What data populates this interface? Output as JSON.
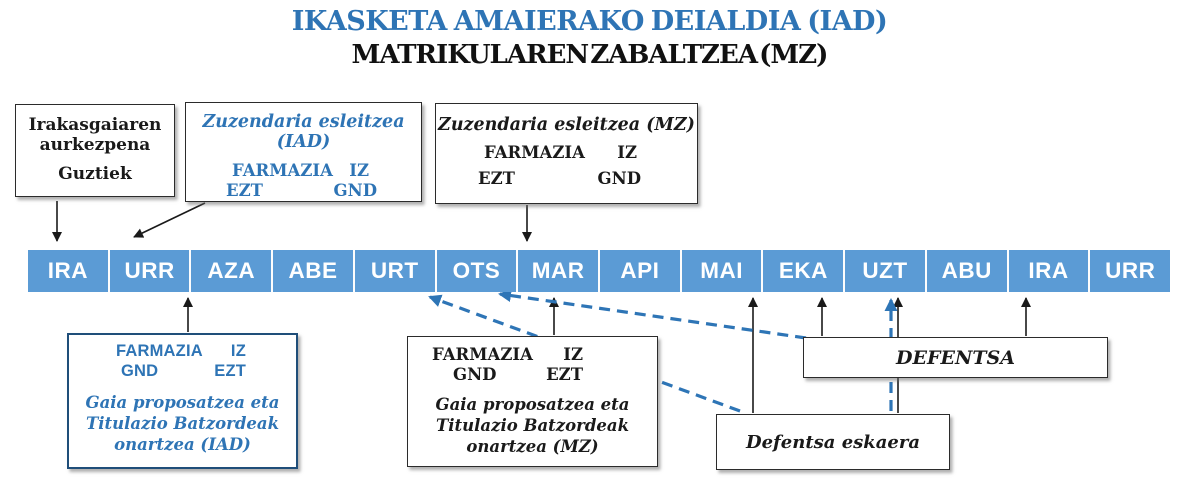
{
  "title": {
    "line1": "IKASKETA AMAIERAKO DEIALDIA (IAD)",
    "line2": "MATRIKULAREN ZABALTZEA (MZ)"
  },
  "timeline": {
    "months": [
      "IRA",
      "URR",
      "AZA",
      "ABE",
      "URT",
      "OTS",
      "MAR",
      "API",
      "MAI",
      "EKA",
      "UZT",
      "ABU",
      "IRA",
      "URR"
    ]
  },
  "boxes": {
    "aurkezpena": {
      "line1": "Irakasgaiaren",
      "line2": "aurkezpena",
      "line3": "Guztiek"
    },
    "zuzendaria_iad": {
      "title": "Zuzendaria esleitzea (IAD)",
      "r1c1": "FARMAZIA",
      "r1c2": "IZ",
      "r2c1": "EZT",
      "r2c2": "GND"
    },
    "zuzendaria_mz": {
      "title": "Zuzendaria esleitzea (MZ)",
      "r1c1": "FARMAZIA",
      "r1c2": "IZ",
      "r2c1": "EZT",
      "r2c2": "GND"
    },
    "gaia_iad": {
      "r1c1": "FARMAZIA",
      "r1c2": "IZ",
      "r2c1": "GND",
      "r2c2": "EZT",
      "caption1": "Gaia proposatzea eta",
      "caption2": "Titulazio Batzordeak",
      "caption3": "onartzea (IAD)"
    },
    "gaia_mz": {
      "r1c1": "FARMAZIA",
      "r1c2": "IZ",
      "r2c1": "GND",
      "r2c2": "EZT",
      "caption1": "Gaia proposatzea eta",
      "caption2": "Titulazio Batzordeak",
      "caption3": "onartzea (MZ)"
    },
    "defentsa": {
      "label": "DEFENTSA"
    },
    "defentsa_eskaera": {
      "label": "Defentsa eskaera"
    }
  },
  "colors": {
    "timeline_blue": "#5B9BD5",
    "accent_blue": "#2E74B5",
    "dashed_blue": "#2E75B6",
    "box_border_blue": "#1F4E79",
    "text_black": "#1a1a1a"
  }
}
